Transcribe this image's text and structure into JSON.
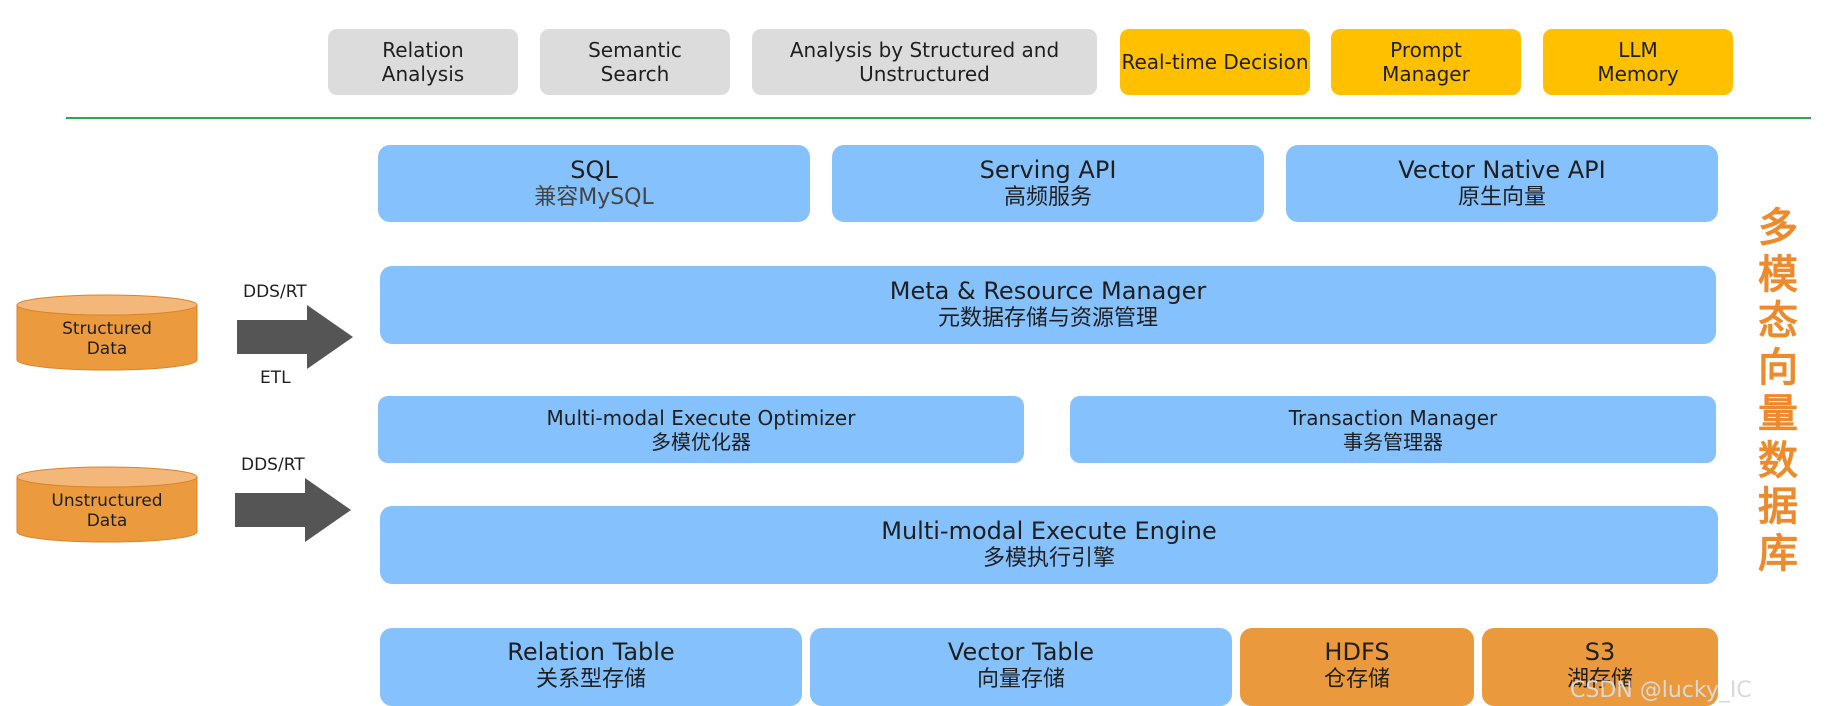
{
  "applications": [
    {
      "lines": [
        "Relation",
        "Analysis"
      ],
      "style": "gray"
    },
    {
      "lines": [
        "Semantic",
        "Search"
      ],
      "style": "gray"
    },
    {
      "lines": [
        "Analysis by Structured and",
        "Unstructured"
      ],
      "style": "gray"
    },
    {
      "lines": [
        "Real-time Decision"
      ],
      "style": "amber"
    },
    {
      "lines": [
        "Prompt",
        "Manager"
      ],
      "style": "amber"
    },
    {
      "lines": [
        "LLM",
        "Memory"
      ],
      "style": "amber"
    }
  ],
  "interfaces": [
    {
      "en": "SQL",
      "zh": "兼容MySQL"
    },
    {
      "en": "Serving API",
      "zh": "高频服务"
    },
    {
      "en": "Vector Native API",
      "zh": "原生向量"
    }
  ],
  "meta_manager": {
    "en": "Meta & Resource Manager",
    "zh": "元数据存储与资源管理"
  },
  "optimizer": {
    "en": "Multi-modal Execute Optimizer",
    "zh": "多模优化器"
  },
  "transaction": {
    "en": "Transaction Manager",
    "zh": "事务管理器"
  },
  "engine": {
    "en": "Multi-modal Execute Engine",
    "zh": "多模执行引擎"
  },
  "storage": [
    {
      "en": "Relation Table",
      "zh": "关系型存储"
    },
    {
      "en": "Vector Table",
      "zh": "向量存储"
    },
    {
      "en": "HDFS",
      "zh": "仓存储"
    },
    {
      "en": "S3",
      "zh": "湖存储"
    }
  ],
  "sources": {
    "structured": {
      "line1": "Structured",
      "line2": "Data"
    },
    "unstructured": {
      "line1": "Unstructured",
      "line2": "Data"
    }
  },
  "arrows": {
    "top_label": "DDS/RT",
    "bottom_label": "ETL",
    "second_label": "DDS/RT"
  },
  "side_title": "多模态向量数据库",
  "watermark": "CSDN @lucky_IC",
  "colors": {
    "app_gray": "#dcdcdc",
    "app_amber": "#ffc000",
    "layer_blue": "#85c1fc",
    "storage_orange": "#ea9a3c",
    "source_orange": "#ec9a3e",
    "arrow_gray": "#555555",
    "divider_green": "#2aa84a",
    "side_title_orange": "#ec8a2c"
  }
}
